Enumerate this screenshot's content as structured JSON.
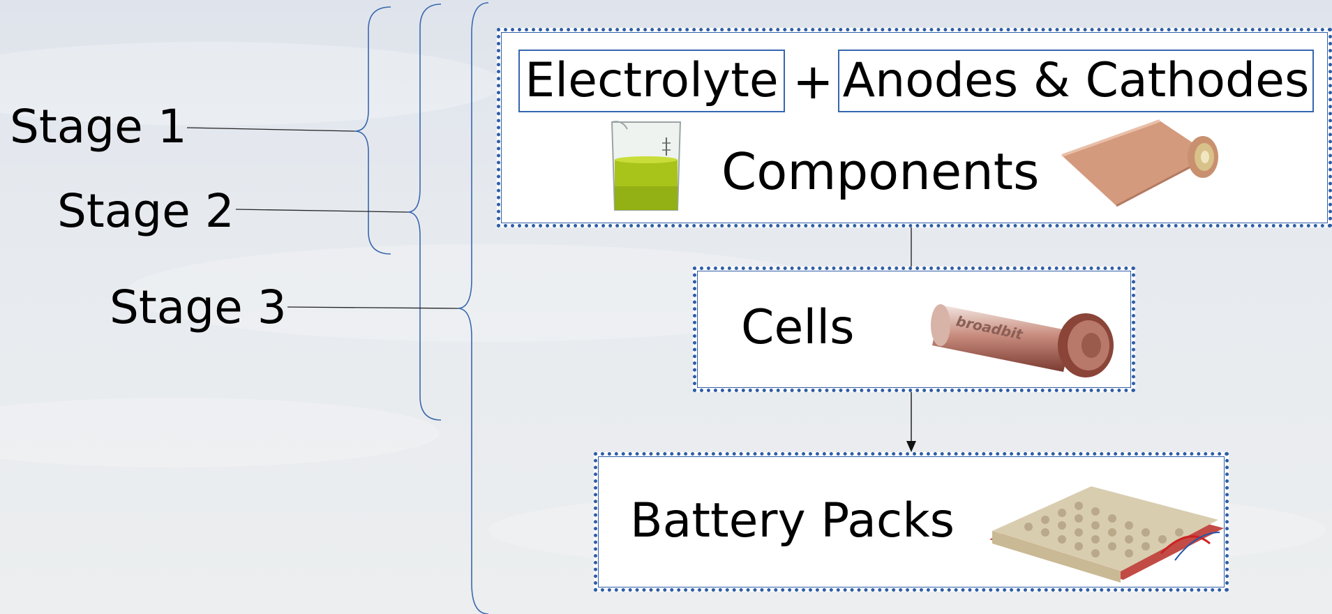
{
  "stages": [
    {
      "label": "Stage 1"
    },
    {
      "label": "Stage 2"
    },
    {
      "label": "Stage 3"
    }
  ],
  "components": {
    "left_term": "Electrolyte",
    "operator": "+",
    "right_term": "Anodes & Cathodes",
    "title": "Components"
  },
  "cells": {
    "title": "Cells",
    "brand_text": "broadbit"
  },
  "packs": {
    "title": "Battery Packs"
  },
  "colors": {
    "box_border": "#2f5da6",
    "brace": "#3a67ad",
    "electrolyte_liquid": "#a8c31a",
    "foil": "#d49a7e"
  },
  "icons": {
    "beaker": "beaker-icon",
    "foil_roll": "foil-roll-icon",
    "cell": "battery-cell-icon",
    "pack": "battery-pack-icon"
  }
}
